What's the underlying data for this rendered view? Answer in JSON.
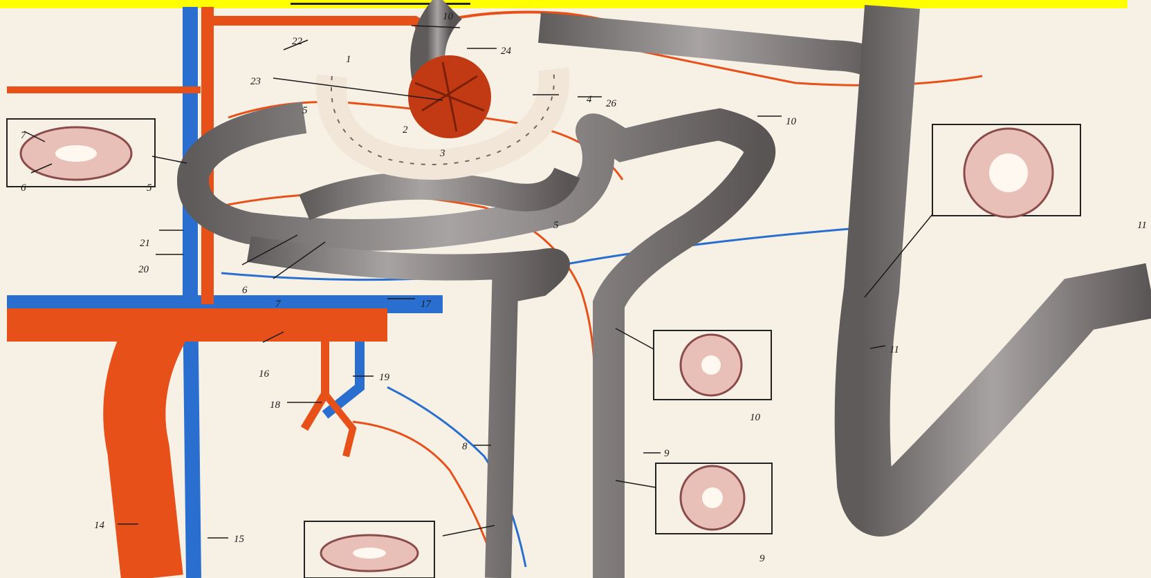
{
  "colors": {
    "highlight_bar": "#ffff00",
    "background": "#f6f1e4",
    "artery": "#e8501a",
    "vein": "#2a6fd0",
    "tubule": "#8c8888",
    "cell": "#e9c0b8"
  },
  "labels": {
    "l1": "1",
    "l2": "2",
    "l3": "3",
    "l4": "4",
    "l5a": "5",
    "l5b": "5",
    "l5c": "5",
    "l6a": "6",
    "l6b": "6",
    "l7a": "7",
    "l7b": "7",
    "l8": "8",
    "l9a": "9",
    "l9b": "9",
    "l10a": "10",
    "l10b": "10",
    "l10c": "10",
    "l11a": "11",
    "l11b": "11",
    "l14": "14",
    "l15": "15",
    "l16": "16",
    "l17": "17",
    "l18": "18",
    "l19": "19",
    "l20": "20",
    "l21": "21",
    "l22": "22",
    "l23": "23",
    "l24": "24",
    "l26": "26"
  }
}
